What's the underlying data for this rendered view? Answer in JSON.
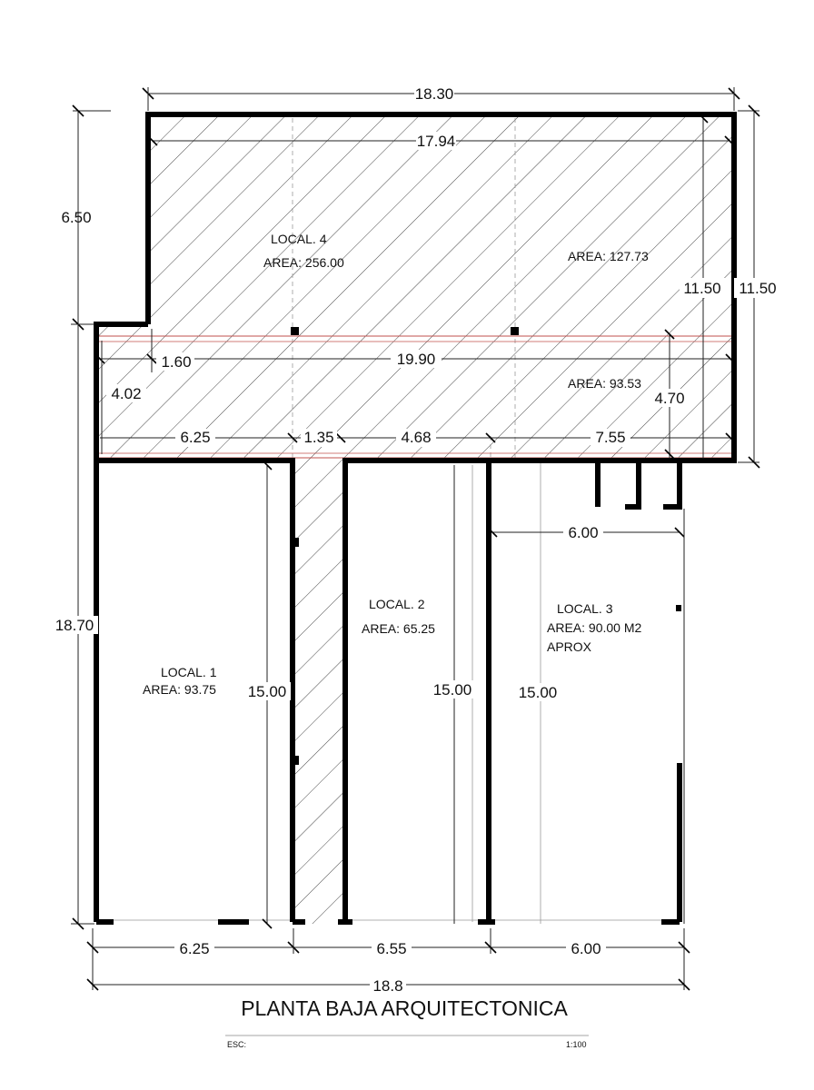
{
  "dimensions": {
    "top_overall": "18.30",
    "top_inner": "17.94",
    "left_upper": "6.50",
    "right_a": "11.50",
    "right_b": "11.50",
    "mid_width": "19.90",
    "step": "1.60",
    "left_mid": "4.02",
    "right_mid": "4.70",
    "seg_1": "6.25",
    "seg_2": "1.35",
    "seg_3": "4.68",
    "seg_4": "7.55",
    "local3_width": "6.00",
    "left_overall": "18.70",
    "local1_depth": "15.00",
    "local2_depth": "15.00",
    "local3_depth": "15.00",
    "bottom_1": "6.25",
    "bottom_2": "6.55",
    "bottom_3": "6.00",
    "bottom_overall": "18.8"
  },
  "rooms": {
    "local4_name": "LOCAL. 4",
    "local4_area": "AREA: 256.00",
    "area_upper": "AREA: 127.73",
    "area_middle": "AREA: 93.53",
    "local1_name": "LOCAL. 1",
    "local1_area": "AREA: 93.75",
    "local2_name": "LOCAL. 2",
    "local2_area": "AREA: 65.25",
    "local3_name": "LOCAL. 3",
    "local3_area": "AREA: 90.00 M2",
    "local3_note": "APROX"
  },
  "titleblock": {
    "title": "PLANTA BAJA ARQUITECTONICA",
    "scale_label": "ESC:",
    "scale_value": "1:100"
  },
  "colors": {
    "walls": "#000000",
    "section_line": "#c0504d"
  }
}
